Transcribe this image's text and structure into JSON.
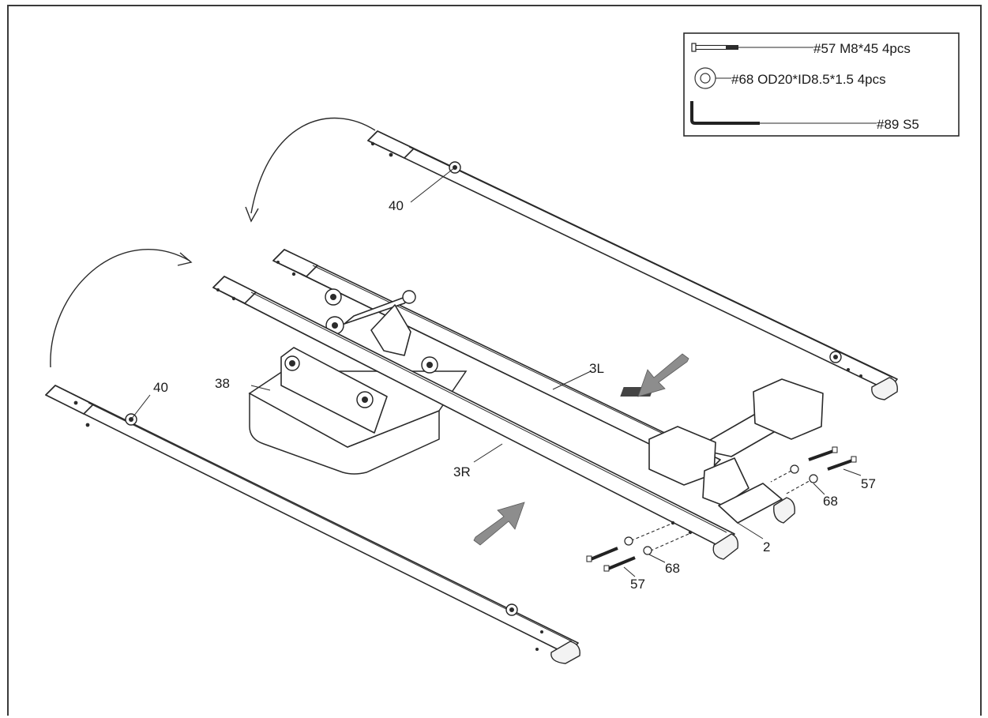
{
  "hardware_box": {
    "items": [
      {
        "text": "#57 M8*45  4pcs",
        "icon": "bolt-icon"
      },
      {
        "text": "#68 OD20*ID8.5*1.5  4pcs",
        "icon": "washer-icon"
      },
      {
        "text": "#89  S5",
        "icon": "hex-key-icon"
      }
    ]
  },
  "part_labels": {
    "rail_40_top": "40",
    "rail_40_bottom": "40",
    "rail_3l": "3L",
    "rail_3r": "3R",
    "part_38": "38",
    "part_2": "2",
    "bolt_57_right": "57",
    "washer_68_right": "68",
    "bolt_57_left": "57",
    "washer_68_left": "68"
  }
}
